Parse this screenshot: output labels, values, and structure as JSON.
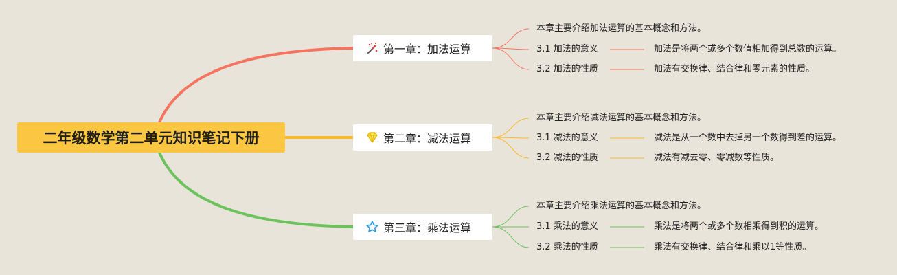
{
  "root": {
    "title": "二年级数学第二单元知识笔记下册"
  },
  "colors": {
    "background": "#e8e4da",
    "root_fill": "#fbc641",
    "branch_1": "#f47460",
    "branch_2": "#fbb82c",
    "branch_3": "#6cc25c"
  },
  "chapters": [
    {
      "label": "第一章：加法运算",
      "icon": "magic-wand-icon",
      "intro": "本章主要介绍加法运算的基本概念和方法。",
      "sections": [
        {
          "label": "3.1 加法的意义",
          "detail": "加法是将两个或多个数值相加得到总数的运算。"
        },
        {
          "label": "3.2 加法的性质",
          "detail": "加法有交换律、结合律和零元素的性质。"
        }
      ]
    },
    {
      "label": "第二章：减法运算",
      "icon": "diamond-icon",
      "intro": "本章主要介绍减法运算的基本概念和方法。",
      "sections": [
        {
          "label": "3.1 减法的意义",
          "detail": "减法是从一个数中去掉另一个数得到差的运算。"
        },
        {
          "label": "3.2 减法的性质",
          "detail": "减法有减去零、零减数等性质。"
        }
      ]
    },
    {
      "label": "第三章：乘法运算",
      "icon": "star-icon",
      "intro": "本章主要介绍乘法运算的基本概念和方法。",
      "sections": [
        {
          "label": "3.1 乘法的意义",
          "detail": "乘法是将两个或多个数相乘得到积的运算。"
        },
        {
          "label": "3.2 乘法的性质",
          "detail": "乘法有交换律、结合律和乘以1等性质。"
        }
      ]
    }
  ]
}
